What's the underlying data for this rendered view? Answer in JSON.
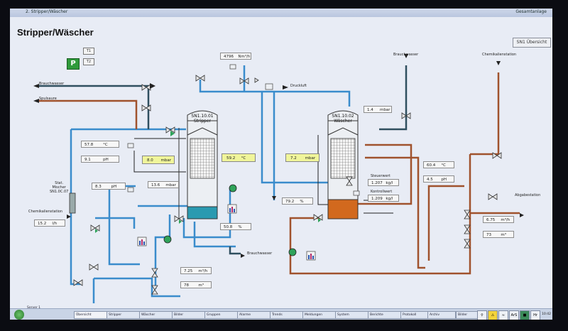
{
  "window": {
    "title": "2. Stripper/Wäscher",
    "title_right": "Gesamtanlage"
  },
  "page": {
    "title": "Stripper/Wäscher",
    "overview_button": "SN1 Übersicht",
    "status_badge": "P",
    "small_boxes": [
      "T1",
      "T2"
    ]
  },
  "labels": {
    "brauchwasser_top": "Brauchwasser",
    "spulsaure": "Spulsaure",
    "brauchwasser_right": "Brauchwasser",
    "chemikalienstation_right": "Chemikalienstation",
    "druckluft": "Druckluft",
    "stat_mischer": [
      "Stat.",
      "Mischer",
      "SN1.0C.07"
    ],
    "chemikalienstation_left": "Chemikalienstation",
    "brauchwasser_bottom": "Brauchwasser",
    "abgabestation": "Abgabestation",
    "sollwert": "Steuerwert",
    "istwert": "Kontrollwert"
  },
  "vessels": {
    "stripper": {
      "id": "SN1.10.01",
      "name": "Stripper"
    },
    "waescher": {
      "id": "SN1.10.02",
      "name": "Wäscher"
    }
  },
  "values": {
    "flow_top": {
      "value": "4796",
      "unit": "Nm³/h"
    },
    "temp_left": {
      "value": "57.8",
      "unit": "°C"
    },
    "ph_left": {
      "value": "9.1",
      "unit": "pH"
    },
    "pressure_stripper": {
      "value": "8.0",
      "unit": "mbar"
    },
    "temp_stripper": {
      "value": "59.2",
      "unit": "°C"
    },
    "pressure_waescher": {
      "value": "7.2",
      "unit": "mbar"
    },
    "pressure_top_right": {
      "value": "1.4",
      "unit": "mbar"
    },
    "ph_mix": {
      "value": "8.3",
      "unit": "pH"
    },
    "level_stripper": {
      "value": "13.6",
      "unit": "mbar"
    },
    "level_waescher": {
      "value": "79.2",
      "unit": "%"
    },
    "steuerwert": {
      "value": "1.207",
      "unit": "kg/l"
    },
    "kontrollwert": {
      "value": "1.209",
      "unit": "kg/l"
    },
    "temp_right": {
      "value": "60.4",
      "unit": "°C"
    },
    "ph_right": {
      "value": "4.5",
      "unit": "pH"
    },
    "flow_left": {
      "value": "15.2",
      "unit": "l/h"
    },
    "pump_pct": {
      "value": "50.8",
      "unit": "%"
    },
    "flow_bottom": {
      "value": "7.25",
      "unit": "m³/h"
    },
    "vol_bottom": {
      "value": "78",
      "unit": "m³"
    },
    "flow_right": {
      "value": "6.75",
      "unit": "m³/h"
    },
    "vol_right": {
      "value": "73",
      "unit": "m³"
    }
  },
  "taskbar": {
    "server": "Server 1",
    "items": [
      "Übersicht",
      "Stripper",
      "Wäscher",
      "Bilder",
      "Gruppen",
      "Alarme",
      "Trends",
      "Meldungen",
      "System",
      "Berichte",
      "Protokoll",
      "Archiv"
    ],
    "right_label": "Bilder",
    "tray_labels": [
      "ArS",
      "Hr"
    ],
    "clock": "10:42"
  },
  "colors": {
    "blue_pipe": "#3a8ccc",
    "brown_pipe": "#a0522d",
    "dark_pipe": "#2f4f5f",
    "teal_liquid": "#2a9ab0",
    "orange_liquid": "#d2691e"
  }
}
